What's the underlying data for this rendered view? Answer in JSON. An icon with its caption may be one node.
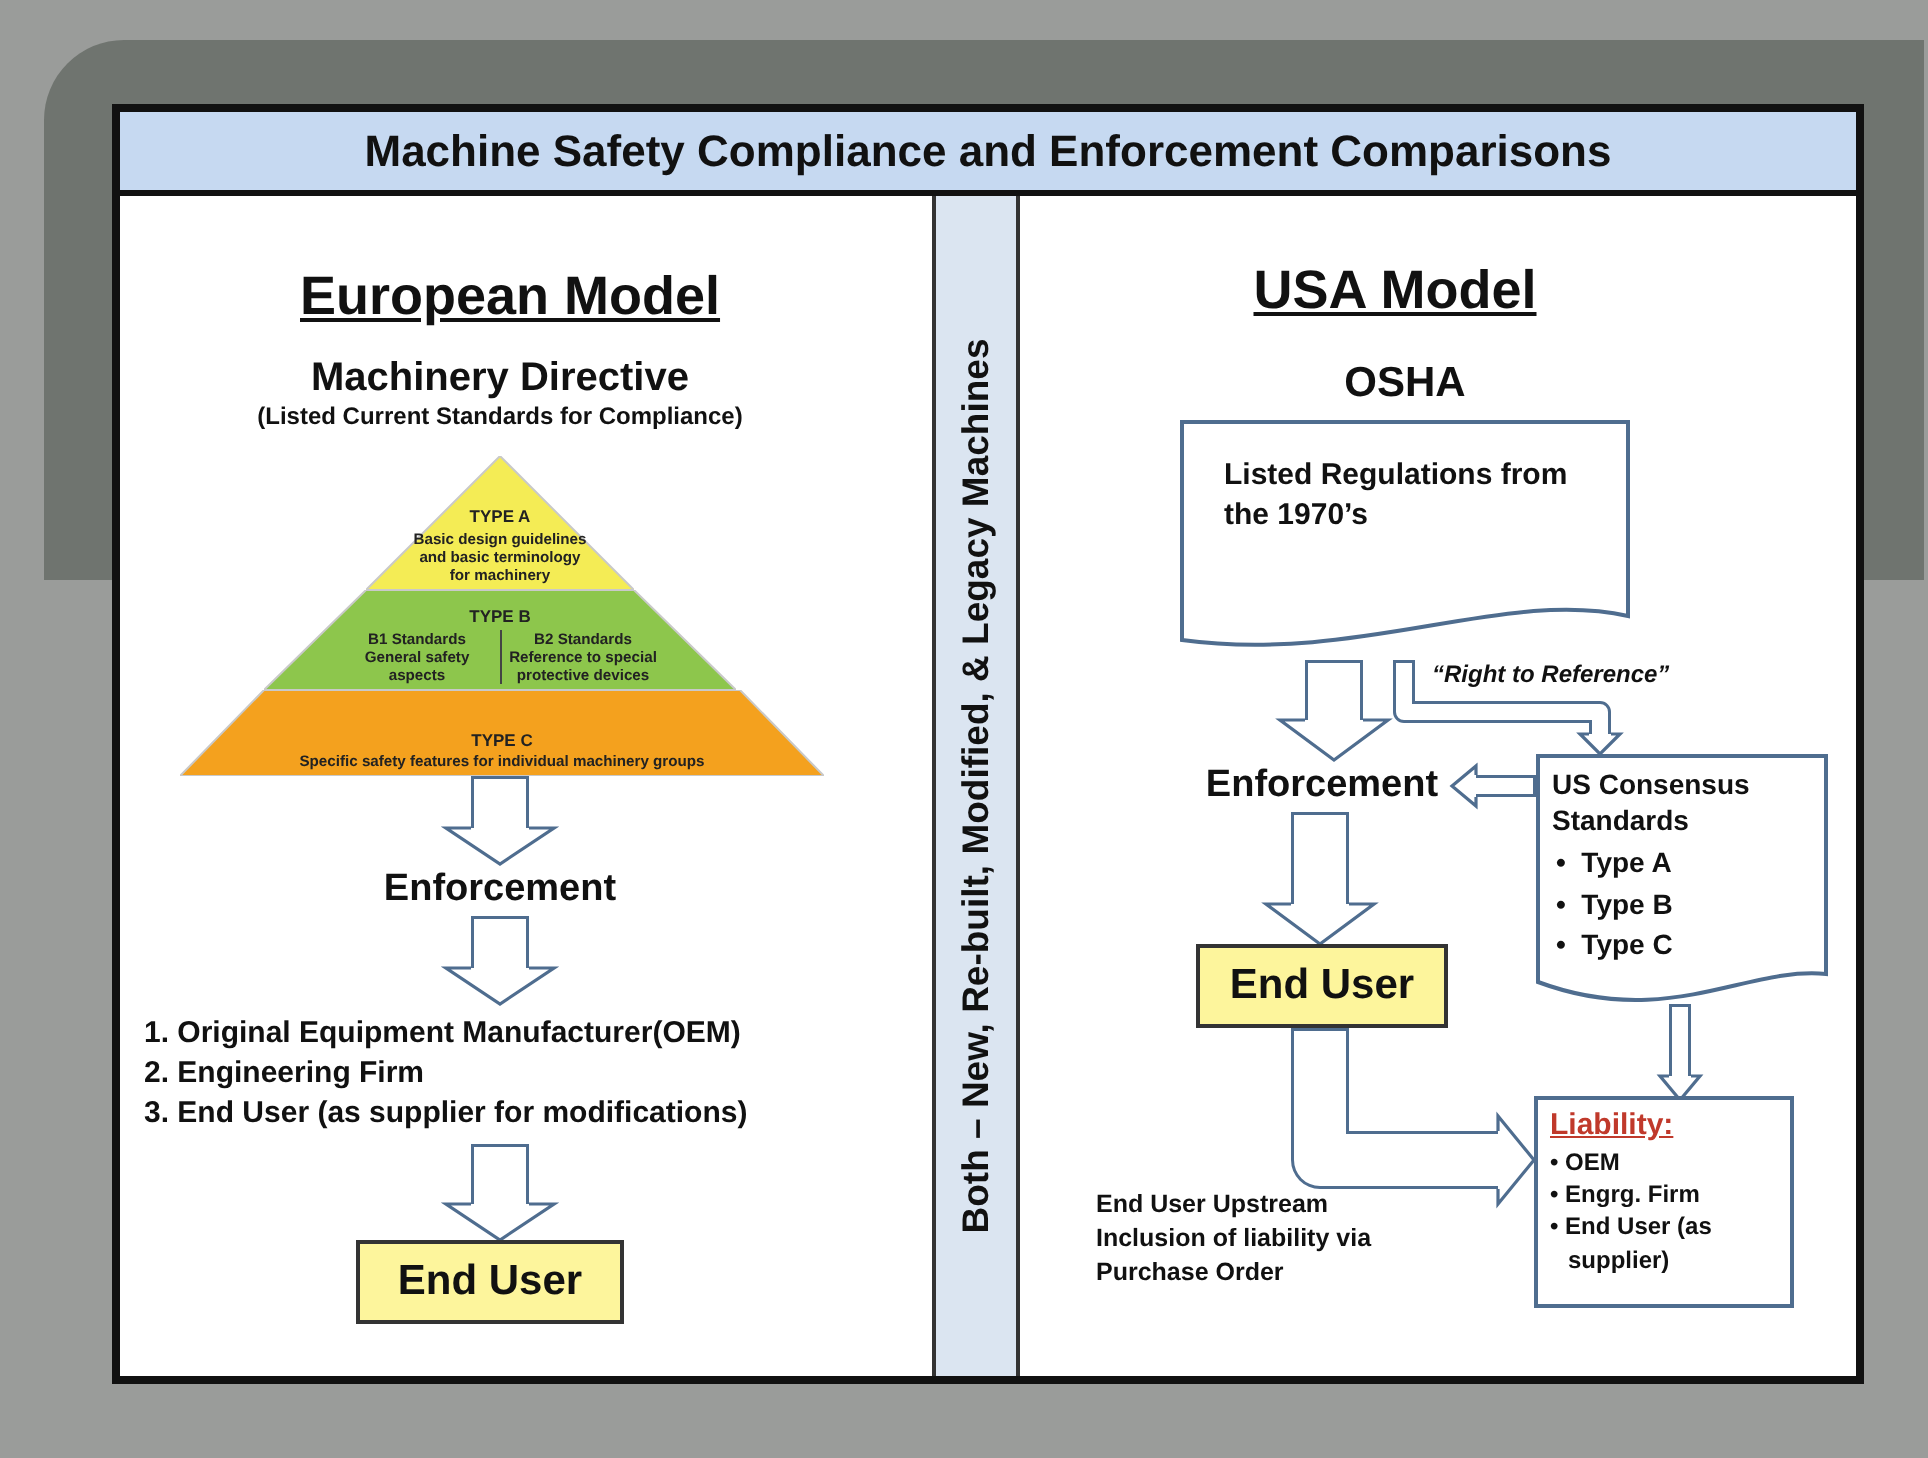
{
  "diagram": {
    "title": "Machine Safety Compliance and Enforcement Comparisons",
    "nodes": [
      {
        "text": [
          "TYPE A",
          "Basic design guidelines and basic terminology for machinery"
        ]
      },
      {
        "text": [
          "TYPE B",
          "B1 Standards General safety aspects",
          "B2 Standards Reference to special protective devices"
        ]
      },
      {
        "text": [
          "TYPE C",
          "Specific safety features for individual machinery groups"
        ]
      },
      {
        "text": [
          "Enforcement"
        ]
      },
      {
        "text": [
          "1. Original Equipment Manufacturer(OEM)",
          "2. Engineering Firm",
          "3. End User (as supplier for modifications)"
        ]
      },
      {
        "text": [
          "End User"
        ]
      },
      {
        "text": [
          "OSHA",
          "Listed Regulations from the 1970’s"
        ]
      },
      {
        "text": [
          "Enforcement"
        ]
      },
      {
        "text": [
          "US Consensus Standards",
          "•  Type A",
          "•  Type B",
          "•  Type C"
        ]
      },
      {
        "text": [
          "End User"
        ]
      },
      {
        "text": [
          "Liability:",
          "• OEM",
          "• Engrg. Firm",
          "• End User (as supplier)"
        ]
      }
    ],
    "edges": [
      {
        "from": 2,
        "to": 3,
        "arrow": "to"
      },
      {
        "from": 3,
        "to": 4,
        "arrow": "to"
      },
      {
        "from": 4,
        "to": 5,
        "arrow": "to"
      },
      {
        "from": 6,
        "to": 7,
        "arrow": "to"
      },
      {
        "from": 6,
        "to": 8,
        "arrow": "to",
        "label": "“Right to Reference”"
      },
      {
        "from": 8,
        "to": 7,
        "arrow": "to"
      },
      {
        "from": 7,
        "to": 9,
        "arrow": "to"
      },
      {
        "from": 8,
        "to": 10,
        "arrow": "to"
      },
      {
        "from": 9,
        "to": 10,
        "arrow": "to"
      }
    ],
    "labels": [
      "European Model",
      "Machinery Directive",
      "(Listed Current Standards for Compliance)",
      "USA Model",
      "Both – New, Re-built, Modified, & Legacy Machines",
      "End User Upstream Inclusion of liability via Purchase Order"
    ]
  }
}
